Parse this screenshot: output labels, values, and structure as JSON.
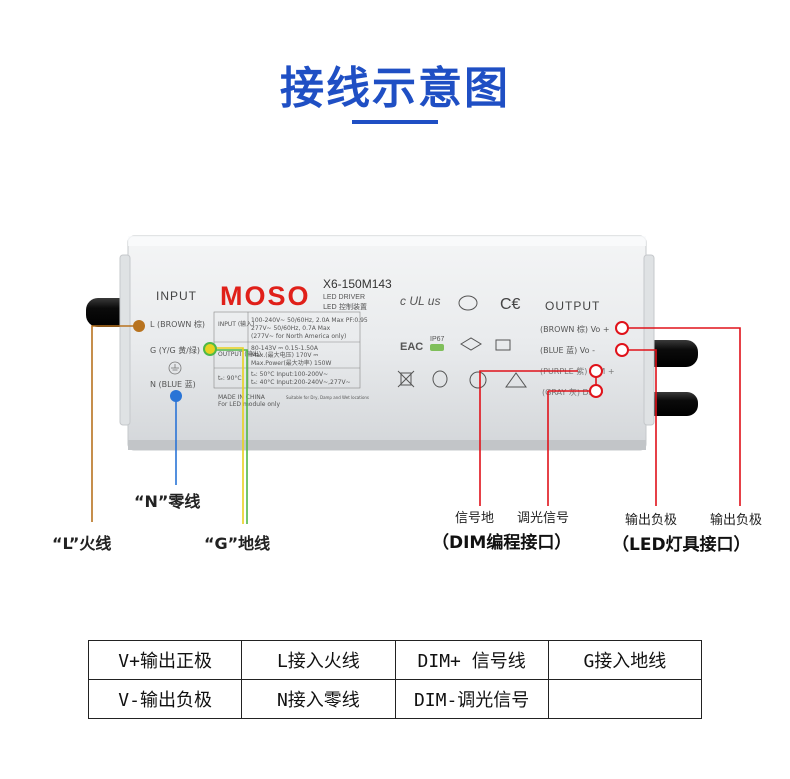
{
  "title": "接线示意图",
  "device": {
    "brand": "MOSO",
    "model": "X6-150M143",
    "type_en": "LED DRIVER",
    "type_cn": "LED 控制装置",
    "input_heading": "INPUT",
    "output_heading": "OUTPUT",
    "input_terminals": {
      "l": "L  (BROWN 棕)",
      "g": "G (Y/G 黄/绿)",
      "n": "N  (BLUE 蓝)"
    },
    "output_terminals": {
      "vplus": "(BROWN 棕)  Vo +",
      "vminus": "(BLUE 蓝)   Vo -",
      "dimplus": "(PURPLE 紫)  DIM +",
      "dimminus": "(GRAY 灰)  DIM -"
    },
    "spec_lines": [
      "100-240V~ 50/60Hz, 2.0A Max PF:0.95",
      "277V~     50/60Hz, 0.7A Max",
      "(277V~ for North America only)",
      "80-143V ⎓ 0.15-1.50A",
      "Max.(最大电压) 170V ⎓",
      "Max.Power(最大功率) 150W",
      "tₐ: 50°C Input:100-200V~",
      "tₐ: 40°C Input:200-240V~,277V~"
    ],
    "input_tag": "INPUT (输入)",
    "output_tag": "OUTPUT (输出)",
    "tc_tag": "tₑ: 90°C",
    "made_in": "MADE IN CHINA",
    "for_led": "For LED module only",
    "footer_text": "Suitable for Dry, Damp and Wet locations",
    "ip_rating": "IP67"
  },
  "callouts": {
    "l_fire": "“L”火线",
    "n_zero": "“N”零线",
    "g_ground": "“G”地线",
    "signal_ground": "信号地",
    "dim_signal": "调光信号",
    "out_neg": "输出负极",
    "out_neg2": "输出负极",
    "dim_port": "（DIM编程接口）",
    "led_port": "（LED灯具接口）"
  },
  "legend": {
    "rows": [
      [
        "V+输出正极",
        "L接入火线",
        "DIM+ 信号线",
        "G接入地线"
      ],
      [
        "V-输出负极",
        "N接入零线",
        "DIM-调光信号",
        ""
      ]
    ]
  },
  "colors": {
    "title_blue": "#1f4fc4",
    "brand_red": "#e0201a",
    "wire_brown": "#b8731f",
    "wire_blue": "#2a74d6",
    "wire_green": "#4fb848",
    "wire_yellow": "#e8d21f",
    "wire_red": "#e0121a",
    "cable_black": "#101010"
  }
}
